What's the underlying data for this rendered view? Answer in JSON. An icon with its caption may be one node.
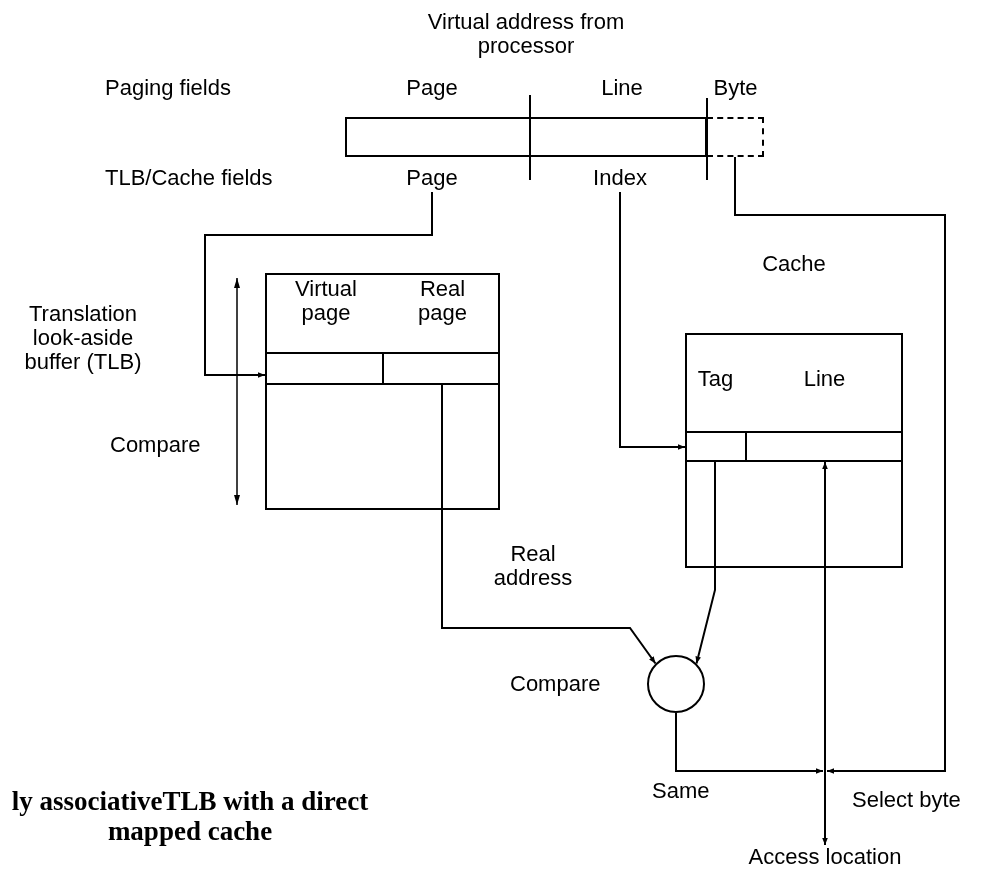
{
  "diagram": {
    "caption": "ly associativeTLB with a direct mapped cache",
    "nodes": [
      {
        "text": [
          "Virtual address from processor"
        ],
        "beside": [
          "Page",
          "Line"
        ]
      },
      {
        "text": [
          "Page"
        ]
      },
      {
        "text": [
          "Index"
        ]
      },
      {
        "text": [
          "Byte"
        ]
      },
      {
        "text": [],
        "shape": "box"
      },
      {
        "text": [
          "Virtual page"
        ],
        "in": 4
      },
      {
        "text": [
          "Real page"
        ],
        "in": 4
      },
      {
        "text": [
          "Cache"
        ]
      },
      {
        "text": [
          "Tag"
        ],
        "in": 7
      },
      {
        "text": [
          "Line"
        ],
        "in": 7
      },
      {
        "text": [],
        "shape": "circle",
        "beside": [
          "Compare"
        ]
      },
      {
        "text": [
          "Access location"
        ]
      }
    ],
    "edges": [
      {
        "from": 1,
        "to": 4,
        "arrow": "to"
      },
      {
        "from": 2,
        "to": 8,
        "arrow": "to"
      },
      {
        "from": 3,
        "to": null,
        "arrow": "to",
        "label": "Select byte"
      },
      {
        "from": 6,
        "to": 10,
        "arrow": "to",
        "label": "Real address"
      },
      {
        "from": 8,
        "to": 10,
        "arrow": "to"
      },
      {
        "from": 10,
        "to": null,
        "arrow": "to",
        "label": "Same"
      },
      {
        "from": 9,
        "to": 11,
        "arrow": "both"
      }
    ],
    "labels": [
      "Paging fields",
      "TLB/Cache fields",
      "Translation look-aside buffer (TLB)",
      "Compare"
    ]
  }
}
